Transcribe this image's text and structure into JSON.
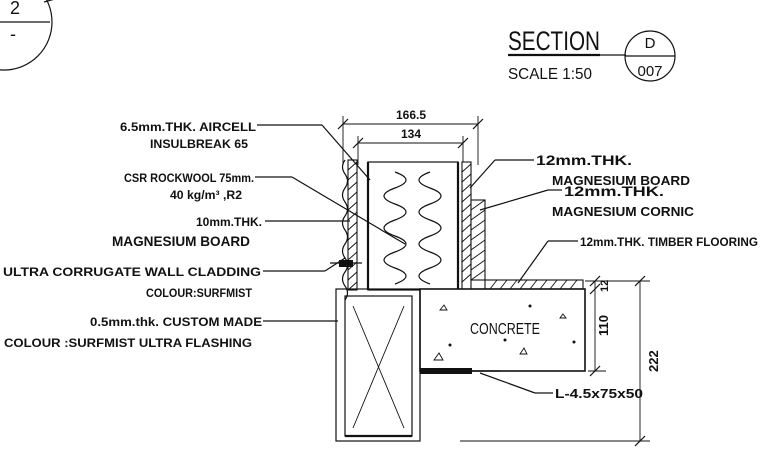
{
  "title_block": {
    "title": "SECTION",
    "scale": "SCALE 1:50",
    "detail_id": "D",
    "sheet_no": "007"
  },
  "corner_marker": {
    "top": "2",
    "bottom": "-"
  },
  "dimensions": {
    "overall_width": "166.5",
    "inner_width": "134",
    "slab_depth": "110",
    "overall_depth": "222",
    "small_top": "12"
  },
  "labels": {
    "aircell_1": "6.5mm.THK. AIRCELL",
    "aircell_2": "INSULBREAK 65",
    "rockwool_1": "CSR ROCKWOOL 75mm.",
    "rockwool_2": "40 kg/m³ ,R2",
    "mag_board_left_1": "10mm.THK.",
    "mag_board_left_2": "MAGNESIUM BOARD",
    "cladding_1": "ULTRA CORRUGATE WALL CLADDING",
    "cladding_2": "COLOUR:SURFMIST",
    "flashing_1": "0.5mm.thk. CUSTOM MADE",
    "flashing_2": "COLOUR :SURFMIST ULTRA FLASHING",
    "mag_board_right_1": "12mm.THK.",
    "mag_board_right_2": "MAGNESIUM BOARD",
    "mag_cornice_1": "12mm.THK.",
    "mag_cornice_2": "MAGNESIUM CORNIC",
    "timber_floor": "12mm.THK. TIMBER FLOORING",
    "concrete": "CONCRETE",
    "angle": "L-4.5x75x50"
  }
}
